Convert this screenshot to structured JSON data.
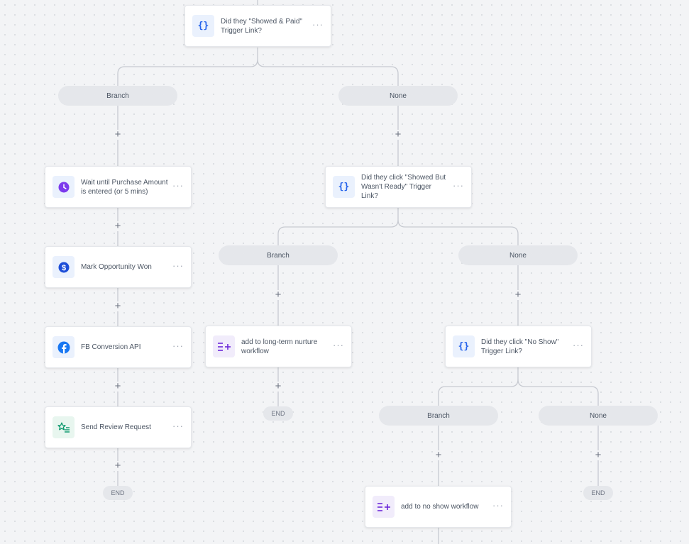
{
  "nodes": {
    "showed_paid": {
      "label": "Did they \"Showed & Paid\" Trigger Link?",
      "icon": "curly-braces-icon"
    },
    "wait_purchase": {
      "label": "Wait until Purchase Amount is entered (or 5 mins)",
      "icon": "clock-icon"
    },
    "mark_won": {
      "label": "Mark Opportunity Won",
      "icon": "dollar-icon"
    },
    "fb_conversion": {
      "label": "FB Conversion API",
      "icon": "facebook-icon"
    },
    "review_request": {
      "label": "Send Review Request",
      "icon": "star-list-icon"
    },
    "showed_not_ready": {
      "label": "Did they click \"Showed But Wasn't Ready\" Trigger Link?",
      "icon": "curly-braces-icon"
    },
    "long_term_nurture": {
      "label": "add to long-term nurture workflow",
      "icon": "add-to-workflow-icon"
    },
    "no_show_trigger": {
      "label": "Did they click \"No Show\" Trigger Link?",
      "icon": "curly-braces-icon"
    },
    "no_show_workflow": {
      "label": "add to no show workflow",
      "icon": "add-to-workflow-icon"
    }
  },
  "branches": {
    "branch_1": "Branch",
    "none_1": "None",
    "branch_2": "Branch",
    "none_2": "None",
    "branch_3": "Branch",
    "none_3": "None"
  },
  "end_label": "END",
  "more_label": "···",
  "plus_label": "+",
  "colors": {
    "canvas": "#f3f4f6",
    "connector": "#c7cad1",
    "condition_icon": "#2563eb",
    "clock_icon": "#7c3aed",
    "dollar_icon": "#1d4ed8",
    "facebook_icon": "#1877f2",
    "review_icon": "#059669",
    "workflow_icon": "#6d28d9"
  }
}
